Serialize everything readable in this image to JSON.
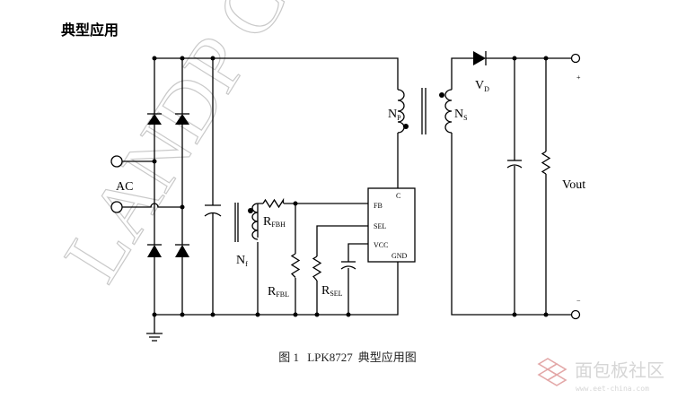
{
  "heading": "典型应用",
  "caption": {
    "figure_no": "图 1",
    "part": "LPK8727",
    "title": "典型应用图"
  },
  "labels": {
    "ac": "AC",
    "np": {
      "main": "N",
      "sub": "P"
    },
    "ns": {
      "main": "N",
      "sub": "S"
    },
    "naux": {
      "main": "N",
      "sub": "f"
    },
    "vd": {
      "main": "V",
      "sub": "D"
    },
    "rfbh": {
      "main": "R",
      "sub": "FBH"
    },
    "rfbl": {
      "main": "R",
      "sub": "FBL"
    },
    "rsel": {
      "main": "R",
      "sub": "SEL"
    },
    "vout": "Vout",
    "plus": "+",
    "minus": "−"
  },
  "ic": {
    "pin_c": "C",
    "pin_fb": "FB",
    "pin_sel": "SEL",
    "pin_vcc": "VCC",
    "pin_gnd": "GND"
  },
  "watermark": {
    "text": "LANDP CONN",
    "site_name": "面包板社区",
    "site_url": "www.eet-china.com"
  }
}
